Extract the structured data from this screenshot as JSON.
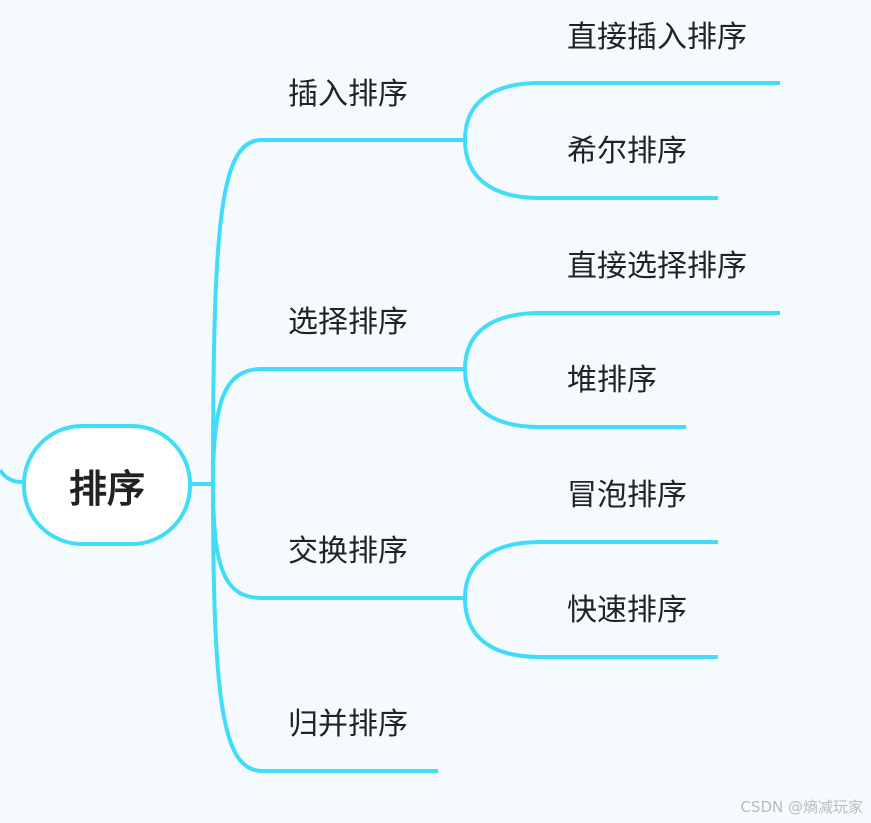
{
  "root": {
    "label": "排序"
  },
  "branches": [
    {
      "label": "插入排序",
      "children": [
        "直接插入排序",
        "希尔排序"
      ]
    },
    {
      "label": "选择排序",
      "children": [
        "直接选择排序",
        "堆排序"
      ]
    },
    {
      "label": "交换排序",
      "children": [
        "冒泡排序",
        "快速排序"
      ]
    },
    {
      "label": "归并排序",
      "children": []
    }
  ],
  "watermark": "CSDN @熵减玩家",
  "colors": {
    "line": "#40dcf8",
    "background": "#f5faff"
  }
}
